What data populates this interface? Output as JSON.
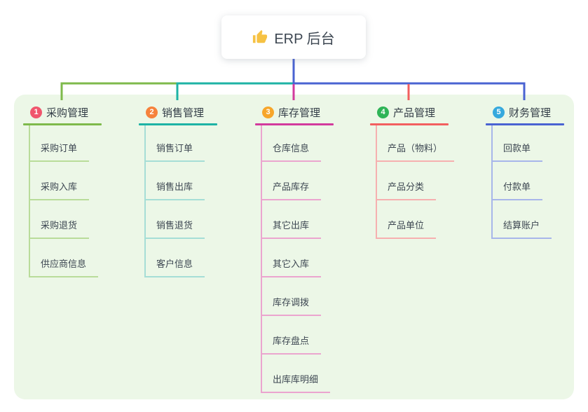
{
  "root": {
    "label": "ERP 后台",
    "icon": "thumbs-up-icon",
    "icon_color": "#f6c244"
  },
  "colors": {
    "root_line": "#4a63d2",
    "panel_background": "#ecf7e7",
    "text": "#3d4752"
  },
  "branches": [
    {
      "badge": "1",
      "label": "采购管理",
      "badge_color": "#f0566d",
      "line_color": "#7eba4b",
      "child_line_color": "#b9dc9a",
      "children": [
        "采购订单",
        "采购入库",
        "采购退货",
        "供应商信息"
      ]
    },
    {
      "badge": "2",
      "label": "销售管理",
      "badge_color": "#f6823c",
      "line_color": "#1eb3a5",
      "child_line_color": "#a6ded6",
      "children": [
        "销售订单",
        "销售出库",
        "销售退货",
        "客户信息"
      ]
    },
    {
      "badge": "3",
      "label": "库存管理",
      "badge_color": "#f7a62a",
      "line_color": "#d23a9d",
      "child_line_color": "#eba5cf",
      "children": [
        "仓库信息",
        "产品库存",
        "其它出库",
        "其它入库",
        "库存调拨",
        "库存盘点",
        "出库库明细"
      ]
    },
    {
      "badge": "4",
      "label": "产品管理",
      "badge_color": "#2fb457",
      "line_color": "#f25f5f",
      "child_line_color": "#f6b0b0",
      "children": [
        "产品（物料）",
        "产品分类",
        "产品单位"
      ]
    },
    {
      "badge": "5",
      "label": "财务管理",
      "badge_color": "#36a9dd",
      "line_color": "#4a63d2",
      "child_line_color": "#a8b6ea",
      "children": [
        "回款单",
        "付款单",
        "结算账户"
      ]
    }
  ]
}
